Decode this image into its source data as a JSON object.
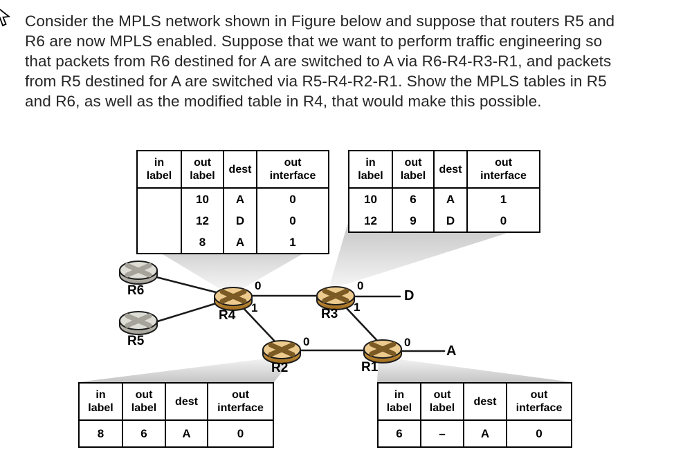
{
  "problem": {
    "lines": [
      "Consider the MPLS network shown in Figure below and suppose that routers R5 and",
      "R6 are now MPLS enabled. Suppose that we want to perform traffic engineering so",
      "that packets from R6 destined for A are switched to A via R6-R4-R3-R1, and packets",
      "from R5 destined for A are switched via R5-R4-R2-R1. Show the MPLS tables in R5",
      "and R6, as well as the modified table in R4, that would make this possible."
    ]
  },
  "figure": {
    "table_headers": {
      "in_label": "in\nlabel",
      "out_label": "out\nlabel",
      "dest": "dest",
      "out_interface": "out\ninterface"
    },
    "tables": {
      "r4": {
        "rows": [
          [
            "",
            "10",
            "A",
            "0"
          ],
          [
            "",
            "12",
            "D",
            "0"
          ],
          [
            "",
            "8",
            "A",
            "1"
          ]
        ]
      },
      "r3": {
        "rows": [
          [
            "10",
            "6",
            "A",
            "1"
          ],
          [
            "12",
            "9",
            "D",
            "0"
          ]
        ]
      },
      "r2": {
        "rows": [
          [
            "8",
            "6",
            "A",
            "0"
          ]
        ]
      },
      "r1": {
        "rows": [
          [
            "6",
            "–",
            "A",
            "0"
          ]
        ]
      }
    },
    "routers": {
      "r1": "R1",
      "r2": "R2",
      "r3": "R3",
      "r4": "R4",
      "r5": "R5",
      "r6": "R6"
    },
    "endpoints": {
      "a": "A",
      "d": "D"
    },
    "interface_labels": {
      "r4_if0": "0",
      "r4_if1": "1",
      "r3_if0": "0",
      "r3_if1": "1",
      "r2_if0": "0",
      "r1_if0": "0"
    },
    "colors": {
      "mpls_router_top": "#edca8e",
      "mpls_router_side_light": "#dca652",
      "mpls_router_side_dark": "#9a681a",
      "mpls_router_x": "#7c5a24",
      "plain_router_top": "#dfded6",
      "plain_router_side_light": "#cfcdc5",
      "plain_router_side_dark": "#9f9d94",
      "plain_router_x": "#a5a39a",
      "wedge_dark": "#c5c5c5",
      "wedge_light": "#f4f4f4",
      "link": "#1a1a1a"
    }
  }
}
